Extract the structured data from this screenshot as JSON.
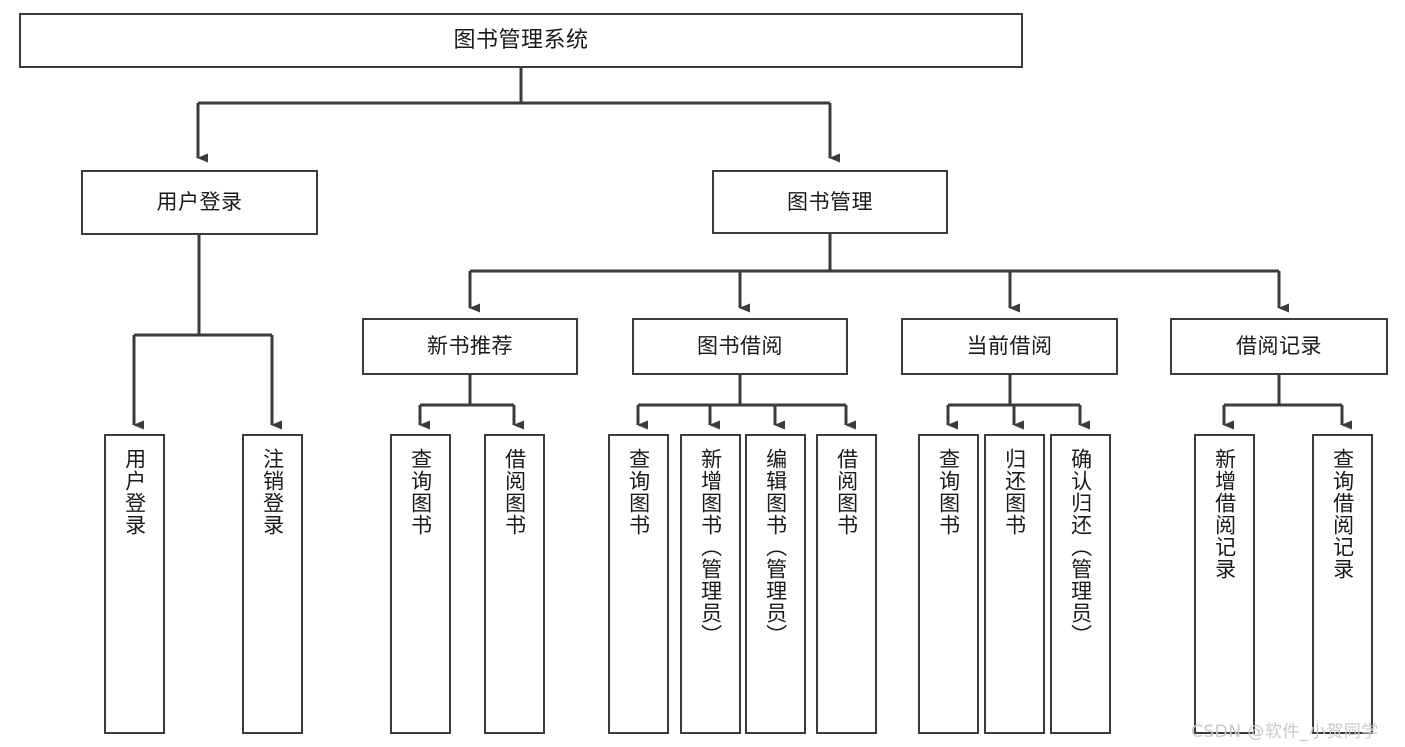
{
  "diagram": {
    "title": "图书管理系统",
    "type": "tree-hierarchy-diagram",
    "colors": {
      "stroke": "#3b3b3b",
      "fill": "#ffffff",
      "text": "#1a1a1a",
      "watermark": "#c9c9c9"
    },
    "nodes": {
      "root": {
        "label": "图书管理系统"
      },
      "level1": [
        {
          "label": "用户登录"
        },
        {
          "label": "图书管理"
        }
      ],
      "level2": [
        {
          "label": "新书推荐"
        },
        {
          "label": "图书借阅"
        },
        {
          "label": "当前借阅"
        },
        {
          "label": "借阅记录"
        }
      ],
      "leaves": [
        {
          "label": "用户登录"
        },
        {
          "label": "注销登录"
        },
        {
          "label": "查询图书"
        },
        {
          "label": "借阅图书"
        },
        {
          "label": "查询图书"
        },
        {
          "label": "新增图书（管理员）"
        },
        {
          "label": "编辑图书（管理员）"
        },
        {
          "label": "借阅图书"
        },
        {
          "label": "查询图书"
        },
        {
          "label": "归还图书"
        },
        {
          "label": "确认归还（管理员）"
        },
        {
          "label": "新增借阅记录"
        },
        {
          "label": "查询借阅记录"
        }
      ]
    },
    "watermark": {
      "text": "CSDN @软件_小贺同学"
    }
  }
}
